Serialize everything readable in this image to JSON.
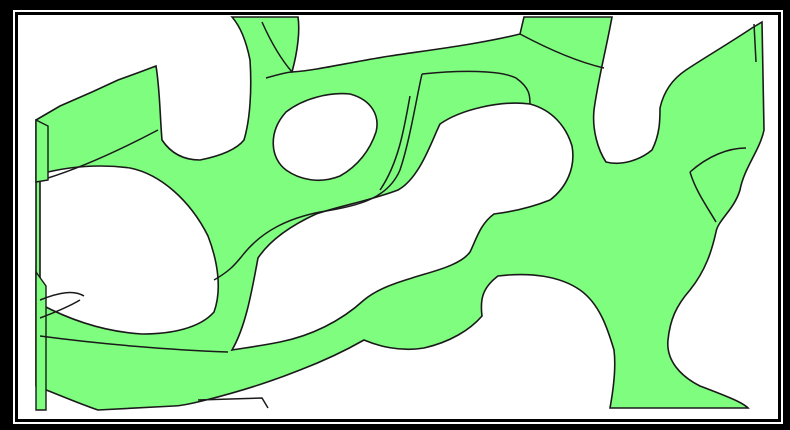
{
  "figure": {
    "kind": "pore-network-cross-section",
    "phases": [
      {
        "id": "pore-space",
        "color": "#ffffff"
      },
      {
        "id": "solid-phase",
        "color": "#7ffd7f"
      }
    ],
    "outline_color": "#1a1a1a",
    "frame_outer_color": "#000000",
    "frame_inner_color": "#ffffff"
  }
}
